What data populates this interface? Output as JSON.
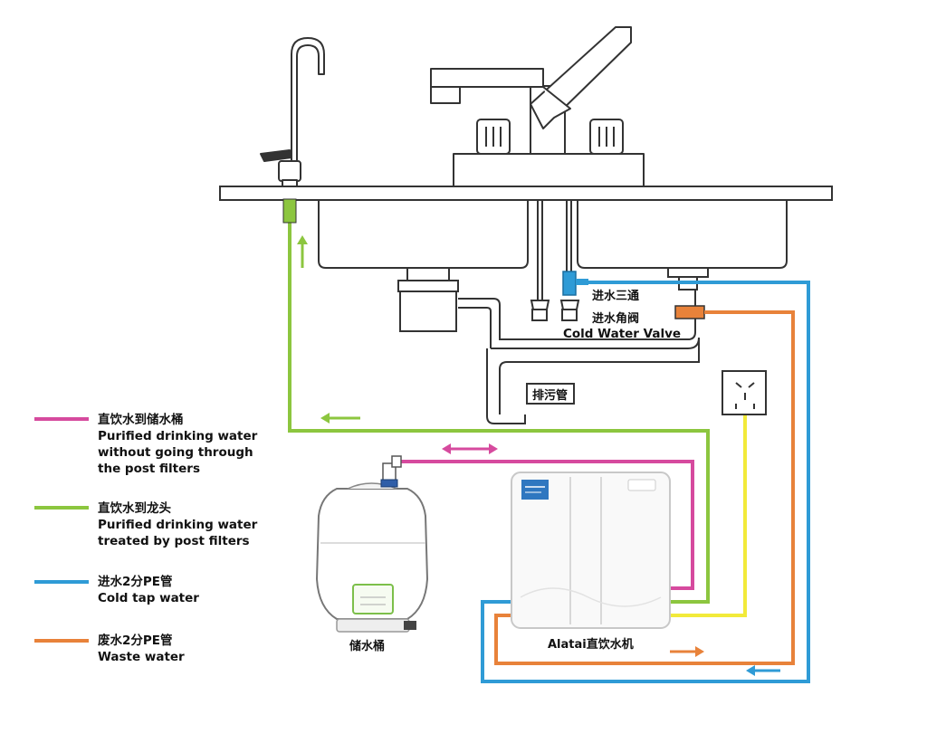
{
  "labels": {
    "tee_valve": "进水三通",
    "angle_valve_zh": "进水角阀",
    "angle_valve_en": "Cold Water Valve",
    "drain_pipe": "排污管",
    "storage_tank": "储水桶",
    "purifier": "Alatai直饮水机"
  },
  "legend": [
    {
      "zh": "直饮水到储水桶",
      "en1": "Purified drinking water",
      "en2": "without going through",
      "en3": "the post filters",
      "color": "#d64a9e"
    },
    {
      "zh": "直饮水到龙头",
      "en1": "Purified drinking water",
      "en2": "treated by post filters",
      "color": "#8cc63f"
    },
    {
      "zh": "进水2分PE管",
      "en1": "Cold tap water",
      "color": "#2f9bd6"
    },
    {
      "zh": "废水2分PE管",
      "en1": "Waste water",
      "color": "#e8823a"
    }
  ],
  "colors": {
    "pink": "#d64a9e",
    "green": "#8cc63f",
    "blue": "#2f9bd6",
    "orange": "#e8823a",
    "yellow": "#f2ea3a",
    "outline": "#333333"
  }
}
